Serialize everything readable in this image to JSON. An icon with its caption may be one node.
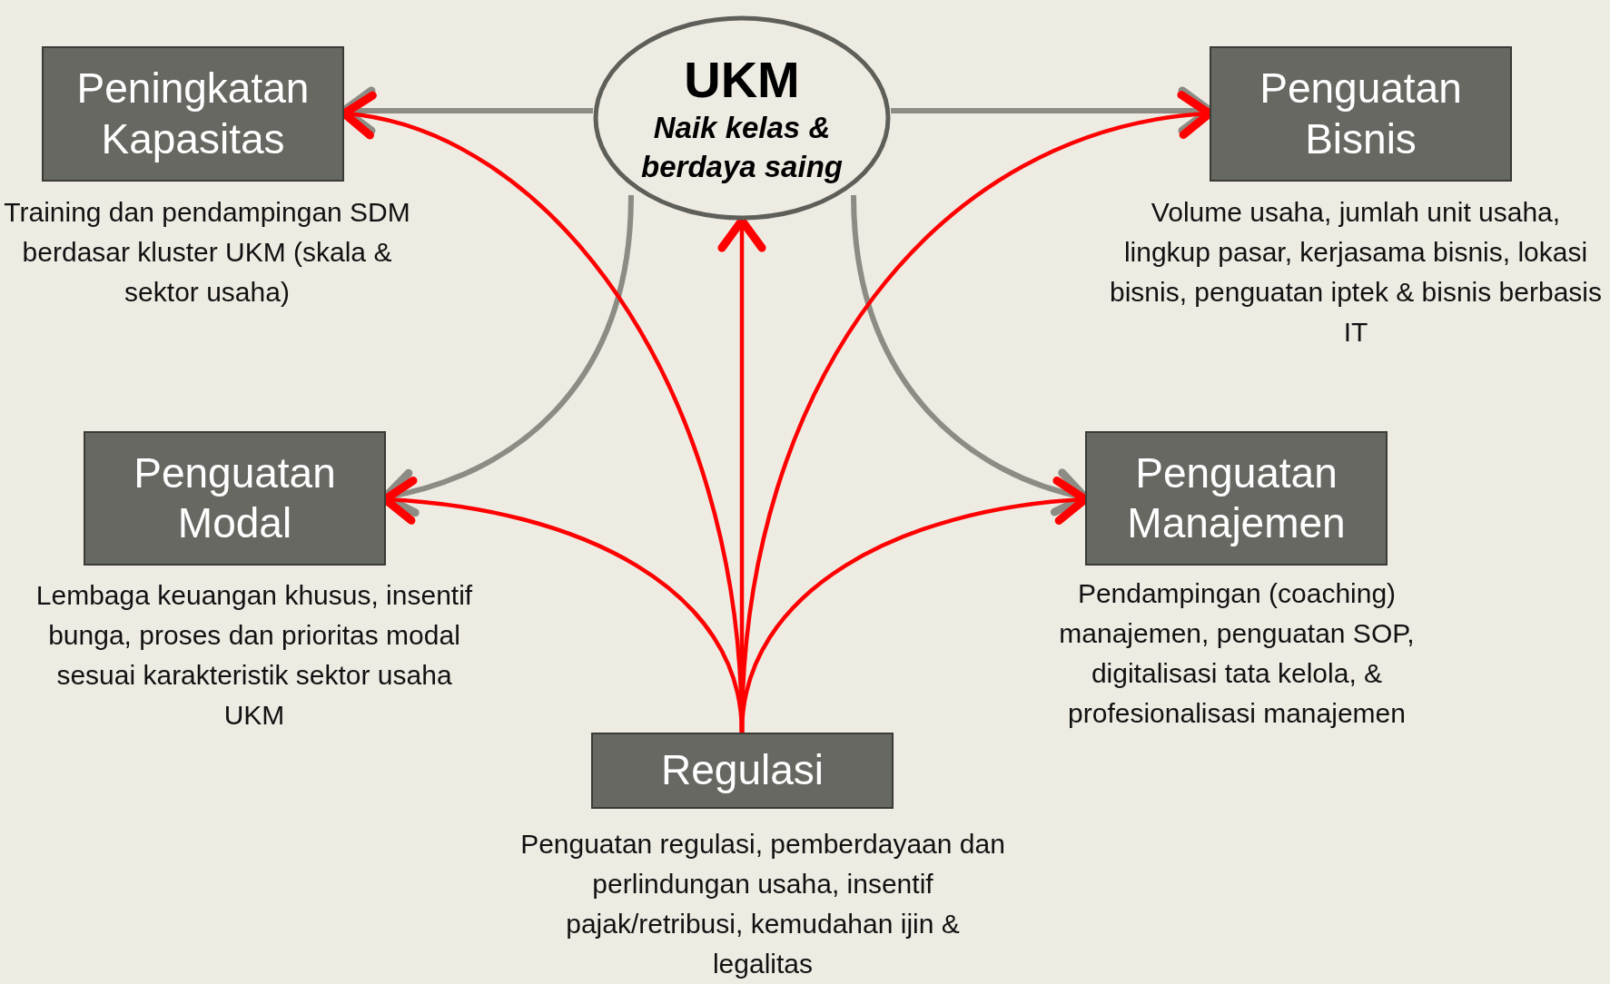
{
  "diagram": {
    "nodes": [
      {
        "text": [
          "UKM",
          "Naik kelas & berdaya saing"
        ]
      },
      {
        "text": [
          "Peningkatan Kapasitas"
        ],
        "beside": [
          "Training dan pendampingan SDM berdasar kluster UKM (skala & sektor usaha)"
        ]
      },
      {
        "text": [
          "Penguatan Bisnis"
        ],
        "beside": [
          "Volume usaha, jumlah unit usaha, lingkup pasar, kerjasama bisnis, lokasi bisnis, penguatan iptek & bisnis berbasis IT"
        ]
      },
      {
        "text": [
          "Penguatan Modal"
        ],
        "beside": [
          "Lembaga keuangan khusus, insentif bunga, proses dan prioritas modal sesuai karakteristik sektor usaha UKM"
        ]
      },
      {
        "text": [
          "Penguatan Manajemen"
        ],
        "beside": [
          "Pendampingan (coaching) manajemen, penguatan SOP, digitalisasi tata kelola, & profesionalisasi manajemen"
        ]
      },
      {
        "text": [
          "Regulasi"
        ],
        "beside": [
          "Penguatan regulasi, pemberdayaan dan perlindungan usaha, insentif pajak/retribusi, kemudahan ijin & legalitas"
        ]
      }
    ],
    "edges": [
      {
        "from": 0,
        "to": 1,
        "arrow": "to",
        "color": "#8c8c84"
      },
      {
        "from": 0,
        "to": 2,
        "arrow": "to",
        "color": "#8c8c84"
      },
      {
        "from": 0,
        "to": 3,
        "arrow": "to",
        "color": "#8c8c84"
      },
      {
        "from": 0,
        "to": 4,
        "arrow": "to",
        "color": "#8c8c84"
      },
      {
        "from": 5,
        "to": 1,
        "arrow": "to"
      },
      {
        "from": 5,
        "to": 2,
        "arrow": "to"
      },
      {
        "from": 5,
        "to": 3,
        "arrow": "to"
      },
      {
        "from": 5,
        "to": 4,
        "arrow": "to"
      },
      {
        "from": 5,
        "to": 0,
        "arrow": "to"
      }
    ]
  }
}
